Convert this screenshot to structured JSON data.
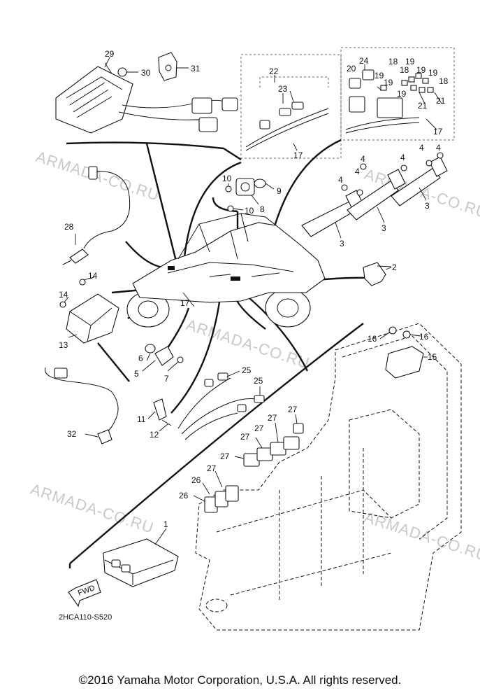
{
  "diagram": {
    "code": "2HCA110-S520",
    "fwd_label": "FWD",
    "copyright": "©2016 Yamaha Motor Corporation, U.S.A. All rights reserved.",
    "watermark": "ARMADA-CO.RU",
    "callouts": [
      "1",
      "2",
      "3",
      "3",
      "3",
      "4",
      "4",
      "4",
      "4",
      "4",
      "4",
      "5",
      "6",
      "7",
      "8",
      "9",
      "10",
      "10",
      "11",
      "12",
      "13",
      "14",
      "14",
      "15",
      "16",
      "16",
      "17",
      "17",
      "17",
      "18",
      "18",
      "19",
      "19",
      "19",
      "19",
      "19",
      "20",
      "21",
      "21",
      "22",
      "23",
      "24",
      "25",
      "25",
      "26",
      "26",
      "27",
      "27",
      "27",
      "27",
      "27",
      "28",
      "29",
      "30",
      "31",
      "32"
    ]
  }
}
